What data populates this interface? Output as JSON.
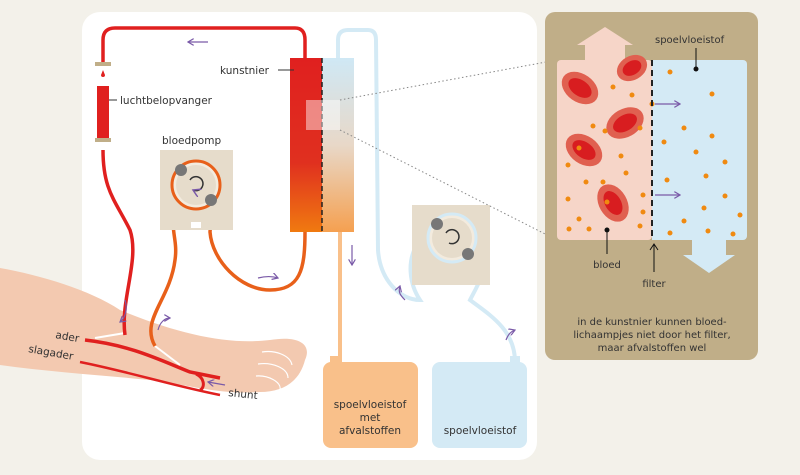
{
  "labels": {
    "air_trap": "luchtbelopvanger",
    "blood_pump": "bloedpomp",
    "artificial_kidney": "kunstnier",
    "vein": "ader",
    "artery": "slagader",
    "shunt": "shunt",
    "used_fluid_line1": "spoelvloeistof",
    "used_fluid_line2": "met",
    "used_fluid_line3": "afvalstoffen",
    "fresh_fluid": "spoelvloeistof"
  },
  "detail": {
    "dialysate": "spoelvloeistof",
    "blood": "bloed",
    "filter": "filter",
    "caption_line1": "in de kunstnier kunnen bloed-",
    "caption_line2": "lichaampjes niet door het filter,",
    "caption_line3": "maar afvalstoffen wel"
  },
  "colors": {
    "blood": "#e0201f",
    "blood_to_kidney": "#e8601a",
    "dialysate_used": "#f9c08a",
    "dialysate_fresh": "#d4eaf5",
    "panel": "#c0ae88",
    "arrow": "#7a5aa8"
  }
}
